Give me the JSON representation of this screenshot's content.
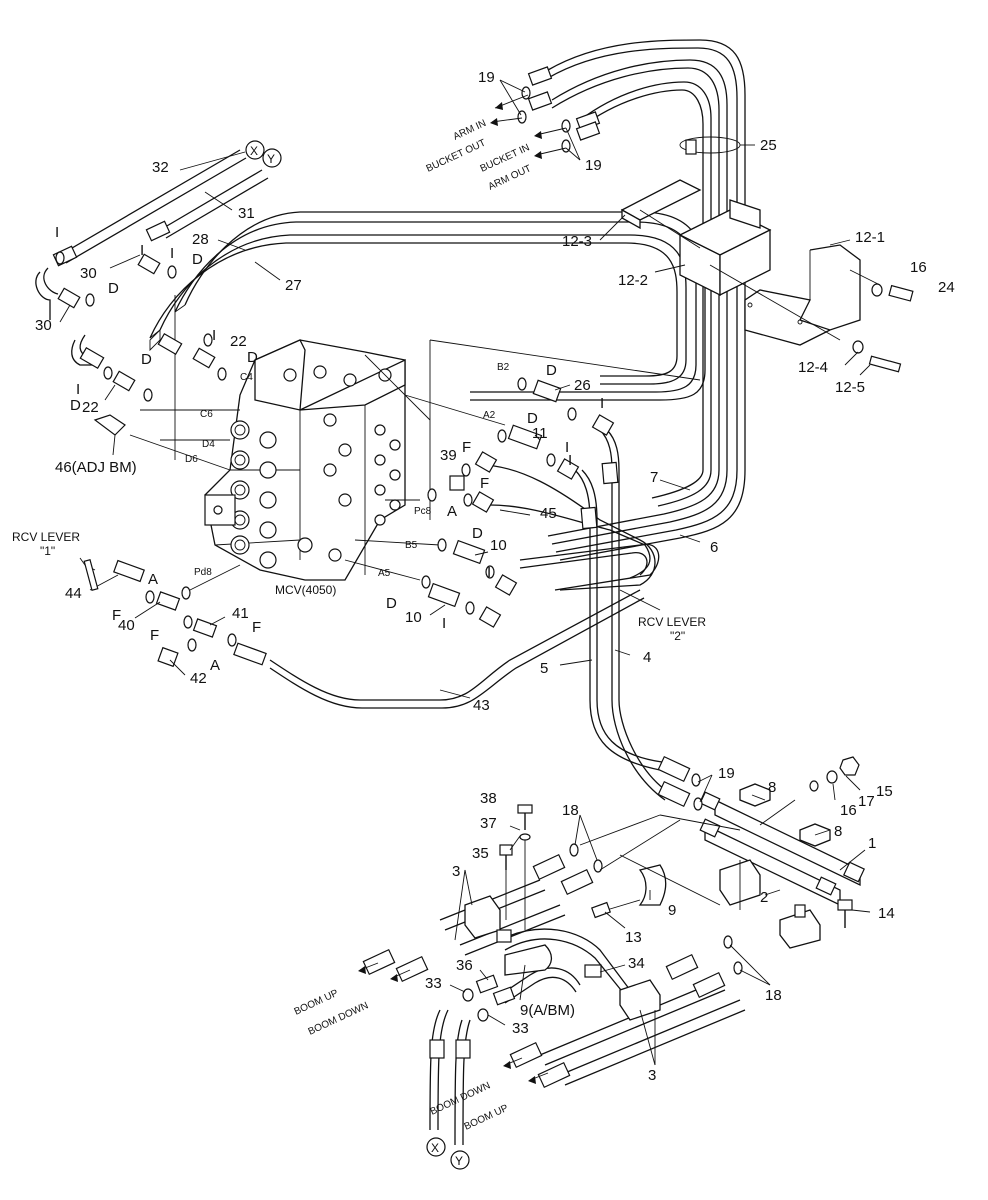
{
  "callouts": {
    "c19a": "19",
    "c19b": "19",
    "c19c": "19",
    "c25": "25",
    "c32": "32",
    "c31": "31",
    "c28": "28",
    "c27": "27",
    "c30a": "30",
    "c30b": "30",
    "c12_3": "12-3",
    "c12_2": "12-2",
    "c12_1": "12-1",
    "c16a": "16",
    "c24": "24",
    "c12_4": "12-4",
    "c12_5": "12-5",
    "c22a": "22",
    "c22b": "22",
    "c26": "26",
    "c11": "11",
    "c39": "39",
    "c45": "45",
    "c7": "7",
    "c6": "6",
    "c10a": "10",
    "c10b": "10",
    "c46": "46(ADJ BM)",
    "c44": "44",
    "c40": "40",
    "c41": "41",
    "c42": "42",
    "c43": "43",
    "c5": "5",
    "c4": "4",
    "c8a": "8",
    "c8b": "8",
    "c1": "1",
    "c2": "2",
    "c15": "15",
    "c17": "17",
    "c16b": "16",
    "c38": "38",
    "c37": "37",
    "c35": "35",
    "c18a": "18",
    "c18b": "18",
    "c3a": "3",
    "c3b": "3",
    "c9": "9",
    "c9abm": "9(A/BM)",
    "c13": "13",
    "c14": "14",
    "c34": "34",
    "c36": "36",
    "c33a": "33",
    "c33b": "33"
  },
  "letters": {
    "I1": "I",
    "I2": "I",
    "I3": "I",
    "I4": "I",
    "I5": "I",
    "I6": "I",
    "I7": "I",
    "I8": "I",
    "I9": "I",
    "I10": "I",
    "D1": "D",
    "D2": "D",
    "D3": "D",
    "D4": "D",
    "D5": "D",
    "D6": "D",
    "D7": "D",
    "D8": "D",
    "D9": "D",
    "F1": "F",
    "F2": "F",
    "F3": "F",
    "F4": "F",
    "F5": "F",
    "A1": "A",
    "A2": "A",
    "A3": "A"
  },
  "ports": {
    "B2": "B2",
    "A2": "A2",
    "C4": "C4",
    "C6": "C6",
    "D4": "D4",
    "D6": "D6",
    "Pc8": "Pc8",
    "B5": "B5",
    "A5": "A5",
    "Pd8": "Pd8"
  },
  "directions": {
    "arm_in": "ARM IN",
    "bucket_out": "BUCKET OUT",
    "bucket_in": "BUCKET IN",
    "arm_out": "ARM OUT",
    "boom_up_1": "BOOM UP",
    "boom_down_1": "BOOM DOWN",
    "boom_down_2": "BOOM DOWN",
    "boom_up_2": "BOOM UP"
  },
  "refs": {
    "x_top": "X",
    "y_top": "Y",
    "x_bottom": "X",
    "y_bottom": "Y"
  },
  "rcv1": {
    "line1": "RCV LEVER",
    "line2": "\"1\""
  },
  "rcv2": {
    "line1": "RCV LEVER",
    "line2": "\"2\""
  },
  "mcv": "MCV(4050)"
}
